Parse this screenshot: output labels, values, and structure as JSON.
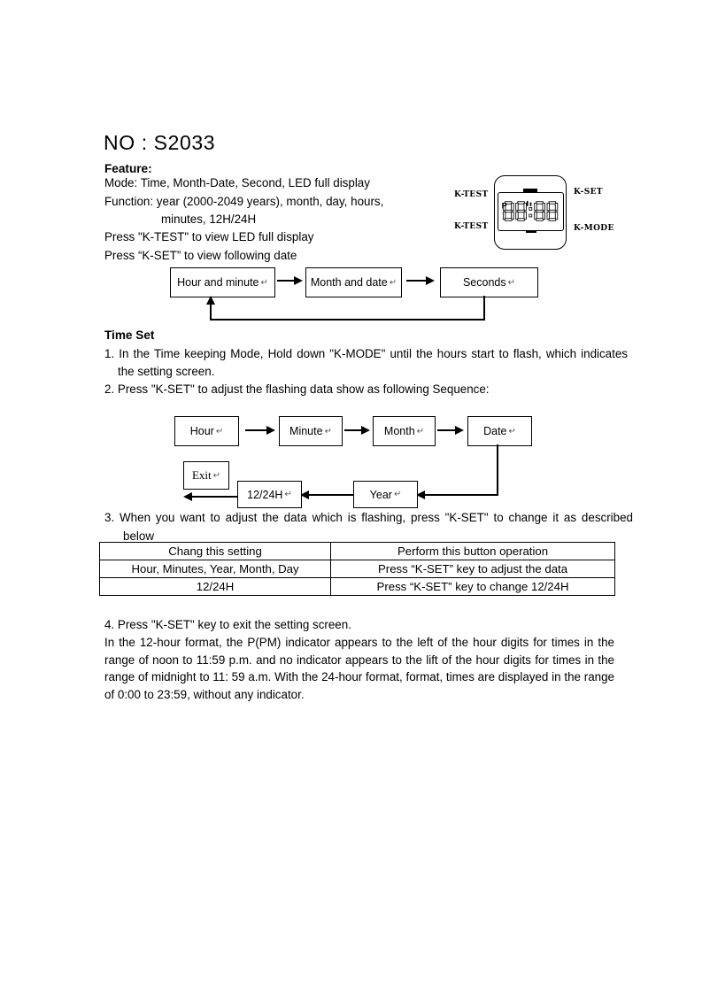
{
  "marks": {
    "return": "↵"
  },
  "header": {
    "title": "NO : S2033",
    "feature_heading": "Feature:",
    "feature_lines": [
      "Mode: Time, Month-Date, Second, LED full display",
      "Function: year (2000-2049 years), month, day, hours,",
      "minutes, 12H/24H",
      "Press \"K-TEST\" to view LED full display",
      "Press “K-SET” to view following date"
    ]
  },
  "device": {
    "label_top_left": "K-TEST",
    "label_top_right": "K-SET",
    "label_bottom_left": "K-TEST",
    "label_bottom_right": "K-MODE",
    "display_value": "88:88",
    "pm_indicator": "P"
  },
  "view_sequence": {
    "boxes": [
      "Hour and minute",
      "Month and date",
      "Seconds"
    ]
  },
  "time_set": {
    "heading": "Time Set",
    "step1": "1. In the Time keeping Mode, Hold down \"K-MODE\" until the hours start to flash, which indicates the setting screen.",
    "step2": "2. Press \"K-SET\" to adjust the flashing data show as following Sequence:",
    "step3": "3. When you want to adjust the data which is flashing, press \"K-SET\" to change it as described below",
    "step4": "4. Press \"K-SET\" key to exit the setting screen."
  },
  "set_sequence": {
    "row1": [
      "Hour",
      "Minute",
      "Month",
      "Date"
    ],
    "exit": "Exit",
    "h1224": "12/24H",
    "year": "Year"
  },
  "table": {
    "headers": [
      "Chang this setting",
      "Perform this button operation"
    ],
    "rows": [
      [
        "Hour, Minutes, Year, Month, Day",
        "Press “K-SET” key to adjust the data"
      ],
      [
        "12/24H",
        "Press “K-SET” key to change 12/24H"
      ]
    ]
  },
  "footer": {
    "paragraph": "In the 12-hour format, the P(PM) indicator appears to the left of the hour digits for times in the range of noon to 11:59 p.m. and no indicator appears to the lift of the hour digits for times in the range of midnight to 11: 59 a.m. With the 24-hour format, format, times are displayed in the range of 0:00 to 23:59, without any indicator."
  }
}
